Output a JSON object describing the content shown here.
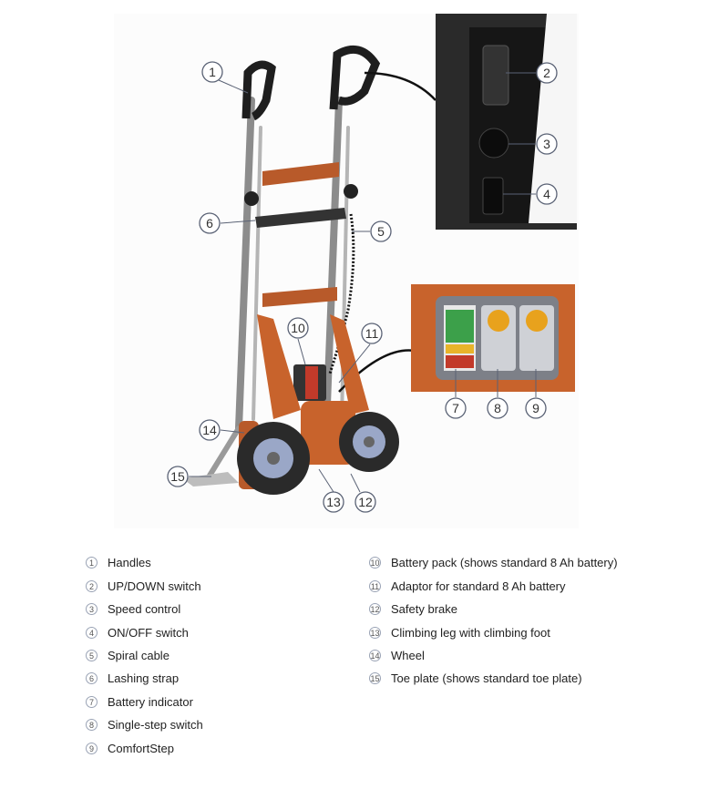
{
  "callouts": [
    "1",
    "2",
    "3",
    "4",
    "5",
    "6",
    "7",
    "8",
    "9",
    "10",
    "11",
    "12",
    "13",
    "14",
    "15"
  ],
  "legend": {
    "left": [
      {
        "num": "1",
        "label": "Handles"
      },
      {
        "num": "2",
        "label": "UP/DOWN switch"
      },
      {
        "num": "3",
        "label": "Speed control"
      },
      {
        "num": "4",
        "label": "ON/OFF switch"
      },
      {
        "num": "5",
        "label": "Spiral cable"
      },
      {
        "num": "6",
        "label": "Lashing strap"
      },
      {
        "num": "7",
        "label": "Battery indicator"
      },
      {
        "num": "8",
        "label": "Single-step switch"
      },
      {
        "num": "9",
        "label": "ComfortStep"
      }
    ],
    "right": [
      {
        "num": "10",
        "label": "Battery pack (shows standard 8 Ah battery)"
      },
      {
        "num": "11",
        "label": "Adaptor for standard 8 Ah battery"
      },
      {
        "num": "12",
        "label": "Safety brake"
      },
      {
        "num": "13",
        "label": "Climbing leg with climbing foot"
      },
      {
        "num": "14",
        "label": "Wheel"
      },
      {
        "num": "15",
        "label": "Toe plate (shows standard toe plate)"
      }
    ]
  },
  "colors": {
    "frame": "#9a9a9a",
    "orange": "#c8632c",
    "dark": "#1e1e1e",
    "callout_stroke": "#5a6275"
  }
}
